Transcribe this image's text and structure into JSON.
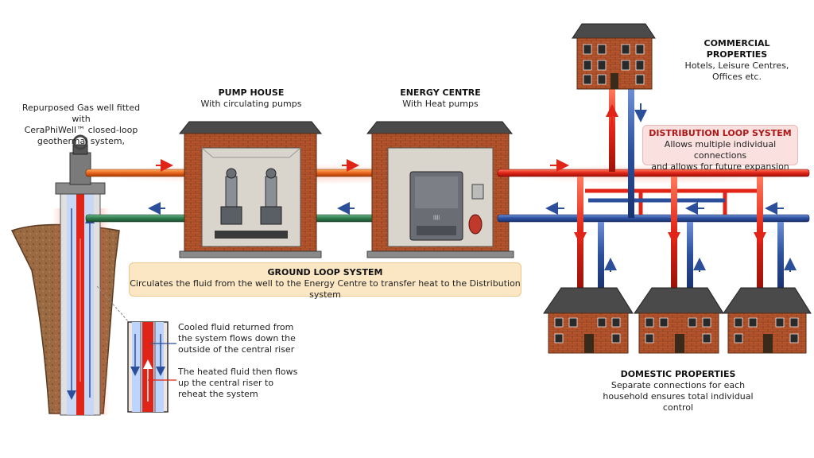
{
  "well": {
    "text": [
      "Repurposed Gas well fitted with",
      "CeraPhiWell™ closed-loop",
      "geothermal system,"
    ]
  },
  "pump_house": {
    "title": "PUMP HOUSE",
    "subtitle": "With circulating pumps"
  },
  "energy_centre": {
    "title": "ENERGY CENTRE",
    "subtitle": "With Heat pumps",
    "unit_badge": "|||||"
  },
  "commercial": {
    "title": [
      "COMMERCIAL",
      "PROPERTIES"
    ],
    "desc": [
      "Hotels, Leisure Centres,",
      "Offices etc."
    ]
  },
  "distribution": {
    "title": "DISTRIBUTION LOOP SYSTEM",
    "desc": [
      "Allows multiple individual connections",
      "and allows for future expansion"
    ]
  },
  "ground_loop": {
    "title": "GROUND LOOP SYSTEM",
    "desc": "Circulates the fluid from the well to the Energy Centre to transfer heat to the Distribution system"
  },
  "cooled_note": {
    "text": [
      "Cooled fluid returned from",
      "the system flows down the",
      "outside of the central riser"
    ]
  },
  "heated_note": {
    "text": [
      "The heated fluid then flows",
      "up the central riser to",
      "reheat the system"
    ]
  },
  "domestic": {
    "title": "DOMESTIC PROPERTIES",
    "desc": [
      "Separate connections for each",
      "household ensures total individual",
      "control"
    ]
  },
  "colors": {
    "hot": "#e02418",
    "cold": "#2c4f9c",
    "ground_hot": "#e8641c",
    "ground_cold": "#2f7b4c",
    "brick": "#b5552e",
    "roof": "#4a4a4a",
    "ground_panel": "#fbe7c4",
    "dist_panel": "#fbe0e0"
  }
}
